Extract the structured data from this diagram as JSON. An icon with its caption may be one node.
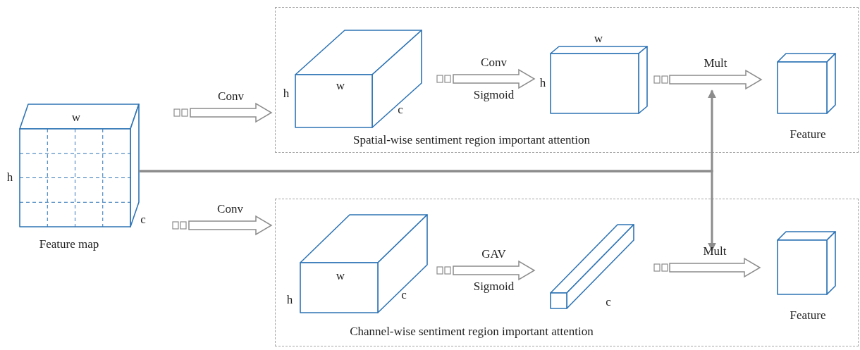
{
  "diagram": {
    "nodes": [
      {
        "text": [
          "w",
          "h",
          "c"
        ],
        "beside": [
          "Feature map"
        ]
      },
      {
        "text": [
          "Spatial-wise sentiment region important attention"
        ]
      },
      {
        "text": [
          "w",
          "h",
          "c"
        ],
        "in": 1
      },
      {
        "text": [
          "w",
          "h"
        ],
        "in": 1
      },
      {
        "text": [],
        "shape": "box",
        "in": 1,
        "beside": [
          "Feature"
        ]
      },
      {
        "text": [
          "Channel-wise sentiment region important attention"
        ]
      },
      {
        "text": [
          "w",
          "h",
          "c"
        ],
        "in": 5
      },
      {
        "text": [
          "c"
        ],
        "in": 5
      },
      {
        "text": [],
        "shape": "box",
        "in": 5,
        "beside": [
          "Feature"
        ]
      }
    ],
    "edges": [
      {
        "from": 0,
        "to": 2,
        "arrow": "to",
        "label": "Conv"
      },
      {
        "from": 2,
        "to": 3,
        "arrow": "to",
        "label": "Conv Sigmoid"
      },
      {
        "from": 3,
        "to": 4,
        "arrow": "to",
        "label": "Mult"
      },
      {
        "from": 0,
        "to": 6,
        "arrow": "to",
        "label": "Conv"
      },
      {
        "from": 6,
        "to": 7,
        "arrow": "to",
        "label": "GAV Sigmoid"
      },
      {
        "from": 7,
        "to": 8,
        "arrow": "to",
        "label": "Mult"
      },
      {
        "from": 0,
        "to": 4,
        "arrow": "to"
      },
      {
        "from": 0,
        "to": 8,
        "arrow": "to"
      }
    ]
  }
}
